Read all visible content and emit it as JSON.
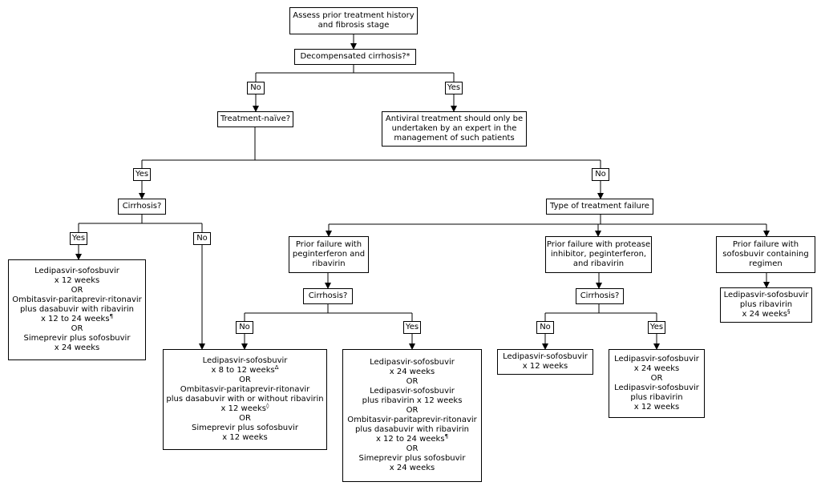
{
  "nodes": {
    "assess": [
      "Assess prior treatment history",
      "and fibrosis stage"
    ],
    "decomp": [
      "Decompensated cirrhosis?*"
    ],
    "naive": [
      "Treatment-naïve?"
    ],
    "expert": [
      "Antiviral treatment should only be",
      "undertaken by an expert in the",
      "management of such patients"
    ],
    "cirr1": [
      "Cirrhosis?"
    ],
    "type_failure": [
      "Type of treatment failure"
    ],
    "naive_cirr_yes": [
      "Ledipasvir-sofosbuvir",
      "x 12 weeks",
      "OR",
      "Ombitasvir-paritaprevir-ritonavir",
      "plus dasabuvir with ribavirin",
      "x 12 to 24 weeks¶",
      "OR",
      "Simeprevir plus sofosbuvir",
      "x 24 weeks"
    ],
    "naive_cirr_no": [
      "Ledipasvir-sofosbuvir",
      "x 8 to 12 weeksΔ",
      "OR",
      "Ombitasvir-paritaprevir-ritonavir",
      "plus dasabuvir with or without ribavirin",
      "x 12 weeks◊",
      "OR",
      "Simeprevir plus sofosbuvir",
      "x 12 weeks"
    ],
    "peg_fail": [
      "Prior failure with",
      "peginterferon and",
      "ribavirin"
    ],
    "pi_fail": [
      "Prior failure with protease",
      "inhibitor, peginterferon,",
      "and ribavirin"
    ],
    "sof_fail": [
      "Prior failure with",
      "sofosbuvir containing",
      "regimen"
    ],
    "cirr2": [
      "Cirrhosis?"
    ],
    "cirr3": [
      "Cirrhosis?"
    ],
    "peg_yes": [
      "Ledipasvir-sofosbuvir",
      "x 24 weeks",
      "OR",
      "Ledipasvir-sofosbuvir",
      "plus ribavirin x 12 weeks",
      "OR",
      "Ombitasvir-paritaprevir-ritonavir",
      "plus dasabuvir with ribavirin",
      "x 12 to 24 weeks¶",
      "OR",
      "Simeprevir plus sofosbuvir",
      "x 24 weeks"
    ],
    "pi_no": [
      "Ledipasvir-sofosbuvir",
      "x 12 weeks"
    ],
    "pi_yes": [
      "Ledipasvir-sofosbuvir",
      "x 24 weeks",
      "OR",
      "Ledipasvir-sofosbuvir",
      "plus ribavirin",
      "x 12 weeks"
    ],
    "sof_result": [
      "Ledipasvir-sofosbuvir",
      "plus ribavirin",
      "x 24 weeks§"
    ]
  },
  "labels": {
    "no": "No",
    "yes": "Yes"
  }
}
